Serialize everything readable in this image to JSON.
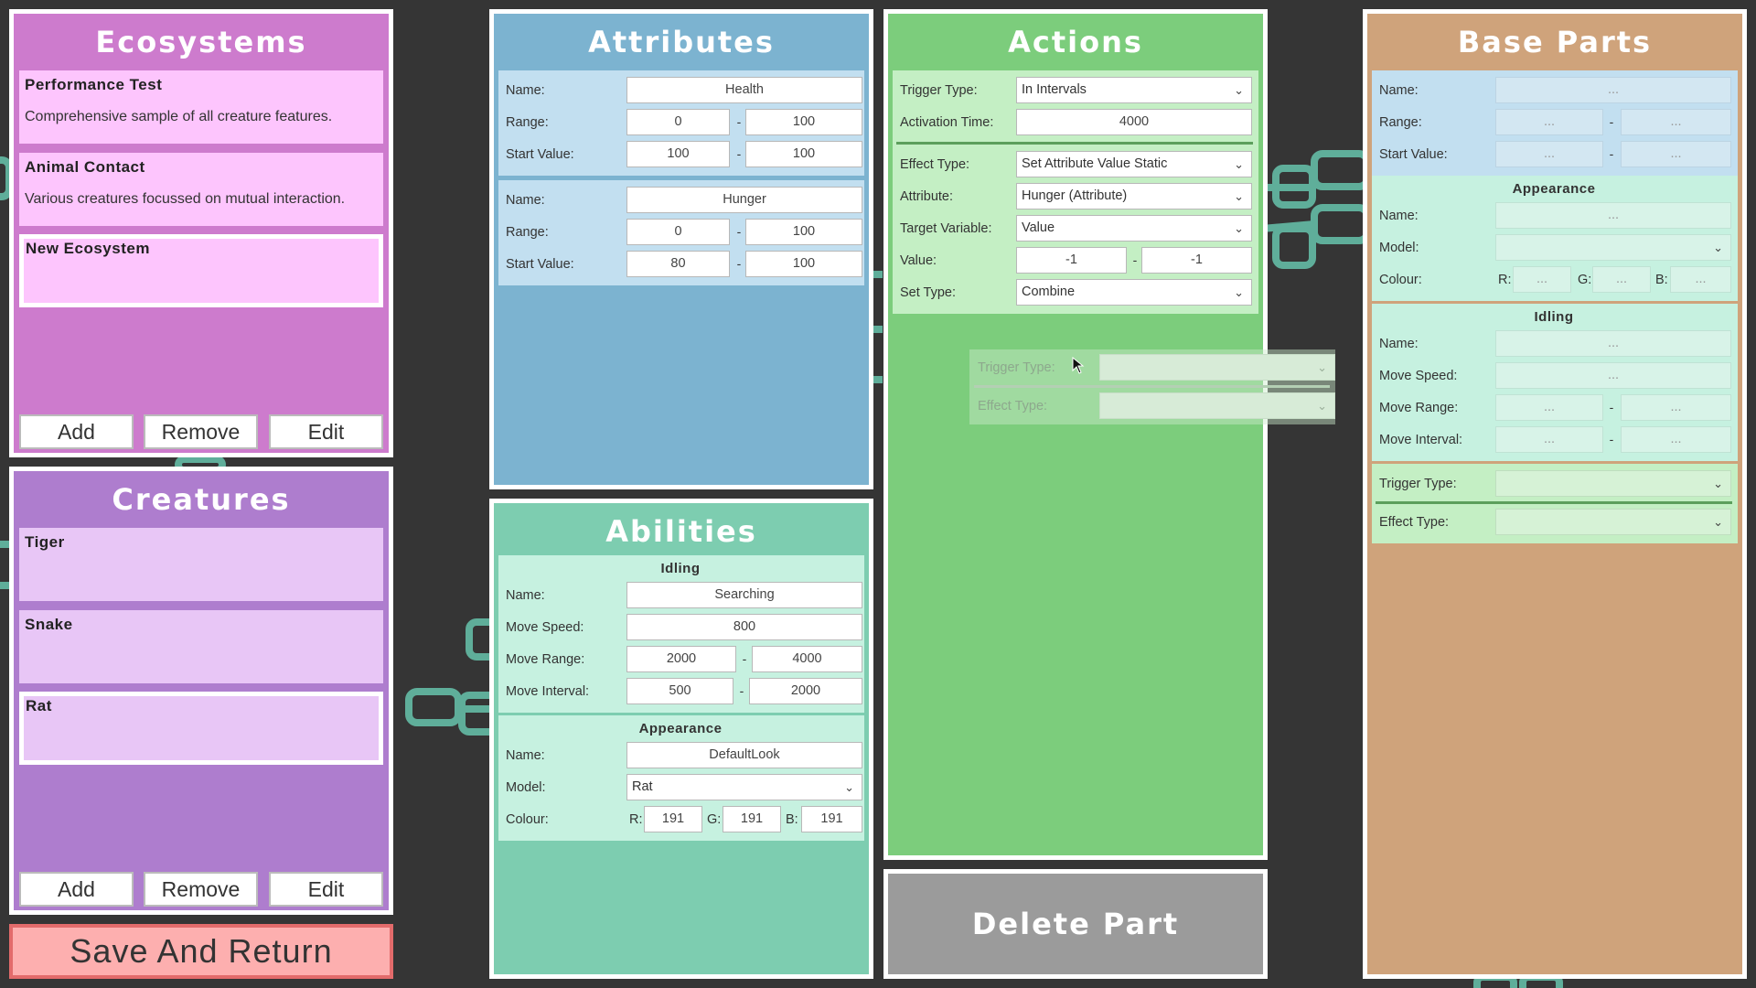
{
  "ecosystems": {
    "title": "Ecosystems",
    "items": [
      {
        "name": "Performance Test",
        "desc": "Comprehensive sample of all creature features."
      },
      {
        "name": "Animal Contact",
        "desc": "Various creatures focussed on mutual interaction."
      },
      {
        "name": "New Ecosystem",
        "desc": ""
      }
    ],
    "add": "Add",
    "remove": "Remove",
    "edit": "Edit"
  },
  "creatures": {
    "title": "Creatures",
    "items": [
      {
        "name": "Tiger"
      },
      {
        "name": "Snake"
      },
      {
        "name": "Rat"
      }
    ],
    "add": "Add",
    "remove": "Remove",
    "edit": "Edit"
  },
  "save_button": "Save And Return",
  "attributes": {
    "title": "Attributes",
    "labels": {
      "name": "Name:",
      "range": "Range:",
      "start": "Start Value:",
      "dash": "-"
    },
    "items": [
      {
        "name": "Health",
        "range_min": "0",
        "range_max": "100",
        "start_min": "100",
        "start_max": "100"
      },
      {
        "name": "Hunger",
        "range_min": "0",
        "range_max": "100",
        "start_min": "80",
        "start_max": "100"
      }
    ]
  },
  "abilities": {
    "title": "Abilities",
    "idling": {
      "title": "Idling",
      "labels": {
        "name": "Name:",
        "speed": "Move Speed:",
        "range": "Move Range:",
        "interval": "Move Interval:"
      },
      "name": "Searching",
      "speed": "800",
      "range_min": "2000",
      "range_max": "4000",
      "interval_min": "500",
      "interval_max": "2000"
    },
    "appearance": {
      "title": "Appearance",
      "labels": {
        "name": "Name:",
        "model": "Model:",
        "colour": "Colour:",
        "r": "R:",
        "g": "G:",
        "b": "B:"
      },
      "name": "DefaultLook",
      "model": "Rat",
      "r": "191",
      "g": "191",
      "b": "191"
    }
  },
  "actions": {
    "title": "Actions",
    "labels": {
      "trigger": "Trigger Type:",
      "activation": "Activation Time:",
      "effect": "Effect Type:",
      "attribute": "Attribute:",
      "target": "Target Variable:",
      "value": "Value:",
      "set": "Set Type:"
    },
    "trigger": "In Intervals",
    "activation": "4000",
    "effect": "Set Attribute Value Static",
    "attribute": "Hunger (Attribute)",
    "target": "Value",
    "value_min": "-1",
    "value_max": "-1",
    "set": "Combine",
    "drag_ghost": {
      "trigger": "Trigger Type:",
      "effect": "Effect Type:"
    }
  },
  "delete_button": "Delete Part",
  "base_parts": {
    "title": "Base Parts",
    "placeholder": "...",
    "attr_labels": {
      "name": "Name:",
      "range": "Range:",
      "start": "Start Value:"
    },
    "appearance": {
      "title": "Appearance",
      "name": "Name:",
      "model": "Model:",
      "colour": "Colour:",
      "r": "R:",
      "g": "G:",
      "b": "B:"
    },
    "idling": {
      "title": "Idling",
      "name": "Name:",
      "speed": "Move Speed:",
      "range": "Move Range:",
      "interval": "Move Interval:"
    },
    "action": {
      "trigger": "Trigger Type:",
      "effect": "Effect Type:"
    }
  },
  "colors": {
    "background": "#353535",
    "ecosystems": "#cd7bcd",
    "creatures": "#ae7dce",
    "attributes": "#7cb3d0",
    "abilities": "#7dcdb0",
    "actions": "#7ccd7c",
    "delete": "#9b9b9b",
    "save": "#fdafaf",
    "base_parts": "#cfa37b",
    "connector": "#5fae9a"
  }
}
